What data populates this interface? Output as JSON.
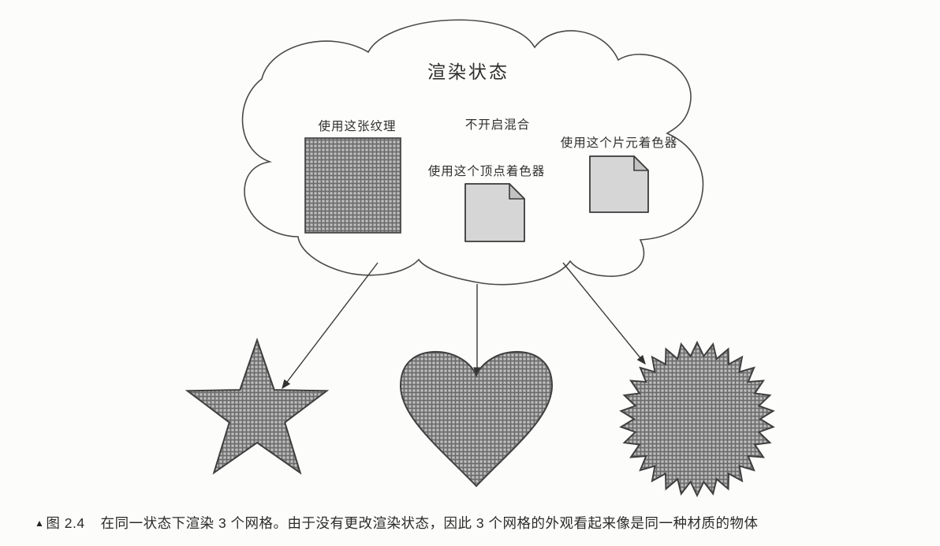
{
  "figure": {
    "cloud": {
      "title": "渲染状态",
      "texture_label": "使用这张纹理",
      "blending_label": "不开启混合",
      "vertex_shader_label": "使用这个顶点着色器",
      "fragment_shader_label": "使用这个片元着色器"
    },
    "meshes": [
      {
        "name": "star-mesh"
      },
      {
        "name": "heart-mesh"
      },
      {
        "name": "starburst-mesh"
      }
    ],
    "caption": {
      "marker": "▲",
      "figure_number": "图 2.4",
      "text": "在同一状态下渲染 3 个网格。由于没有更改渲染状态，因此 3 个网格的外观看起来像是同一种材质的物体"
    },
    "colors": {
      "outline": "#4a4a4a",
      "hatch_background": "#bfbfbf",
      "hatch_line": "#6b6b6b",
      "document_fill": "#d6d6d6",
      "document_fold_fill": "#c2c2c2",
      "page_background": "#fcfcfa"
    }
  }
}
